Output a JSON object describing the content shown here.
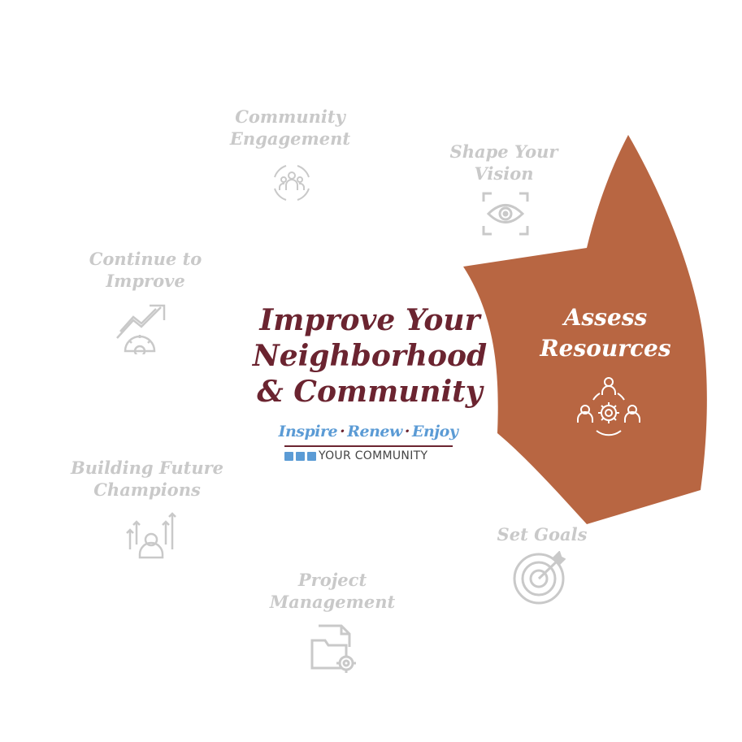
{
  "center": {
    "title_lines": [
      "Improve Your",
      "Neighborhood",
      "& Community"
    ],
    "tagline_words": [
      "Inspire",
      "Renew",
      "Enjoy"
    ],
    "tagline_separator": "·",
    "subtitle": "YOUR COMMUNITY"
  },
  "active_step": {
    "lines": [
      "Assess",
      "Resources"
    ],
    "icon": "team-gear-icon",
    "fill_color": "#b86642"
  },
  "steps": [
    {
      "lines": [
        "Community",
        "Engagement"
      ],
      "icon": "community-circle-icon"
    },
    {
      "lines": [
        "Shape Your",
        "Vision"
      ],
      "icon": "eye-focus-icon"
    },
    {
      "lines": [
        "Set Goals"
      ],
      "icon": "target-icon"
    },
    {
      "lines": [
        "Project",
        "Management"
      ],
      "icon": "folder-gear-icon"
    },
    {
      "lines": [
        "Building Future",
        "Champions"
      ],
      "icon": "growth-person-icon"
    },
    {
      "lines": [
        "Continue to",
        "Improve"
      ],
      "icon": "growth-arrow-icon"
    }
  ],
  "colors": {
    "inactive": "#c9c9c9",
    "title": "#6b2430",
    "tagline": "#5b9bd5"
  }
}
